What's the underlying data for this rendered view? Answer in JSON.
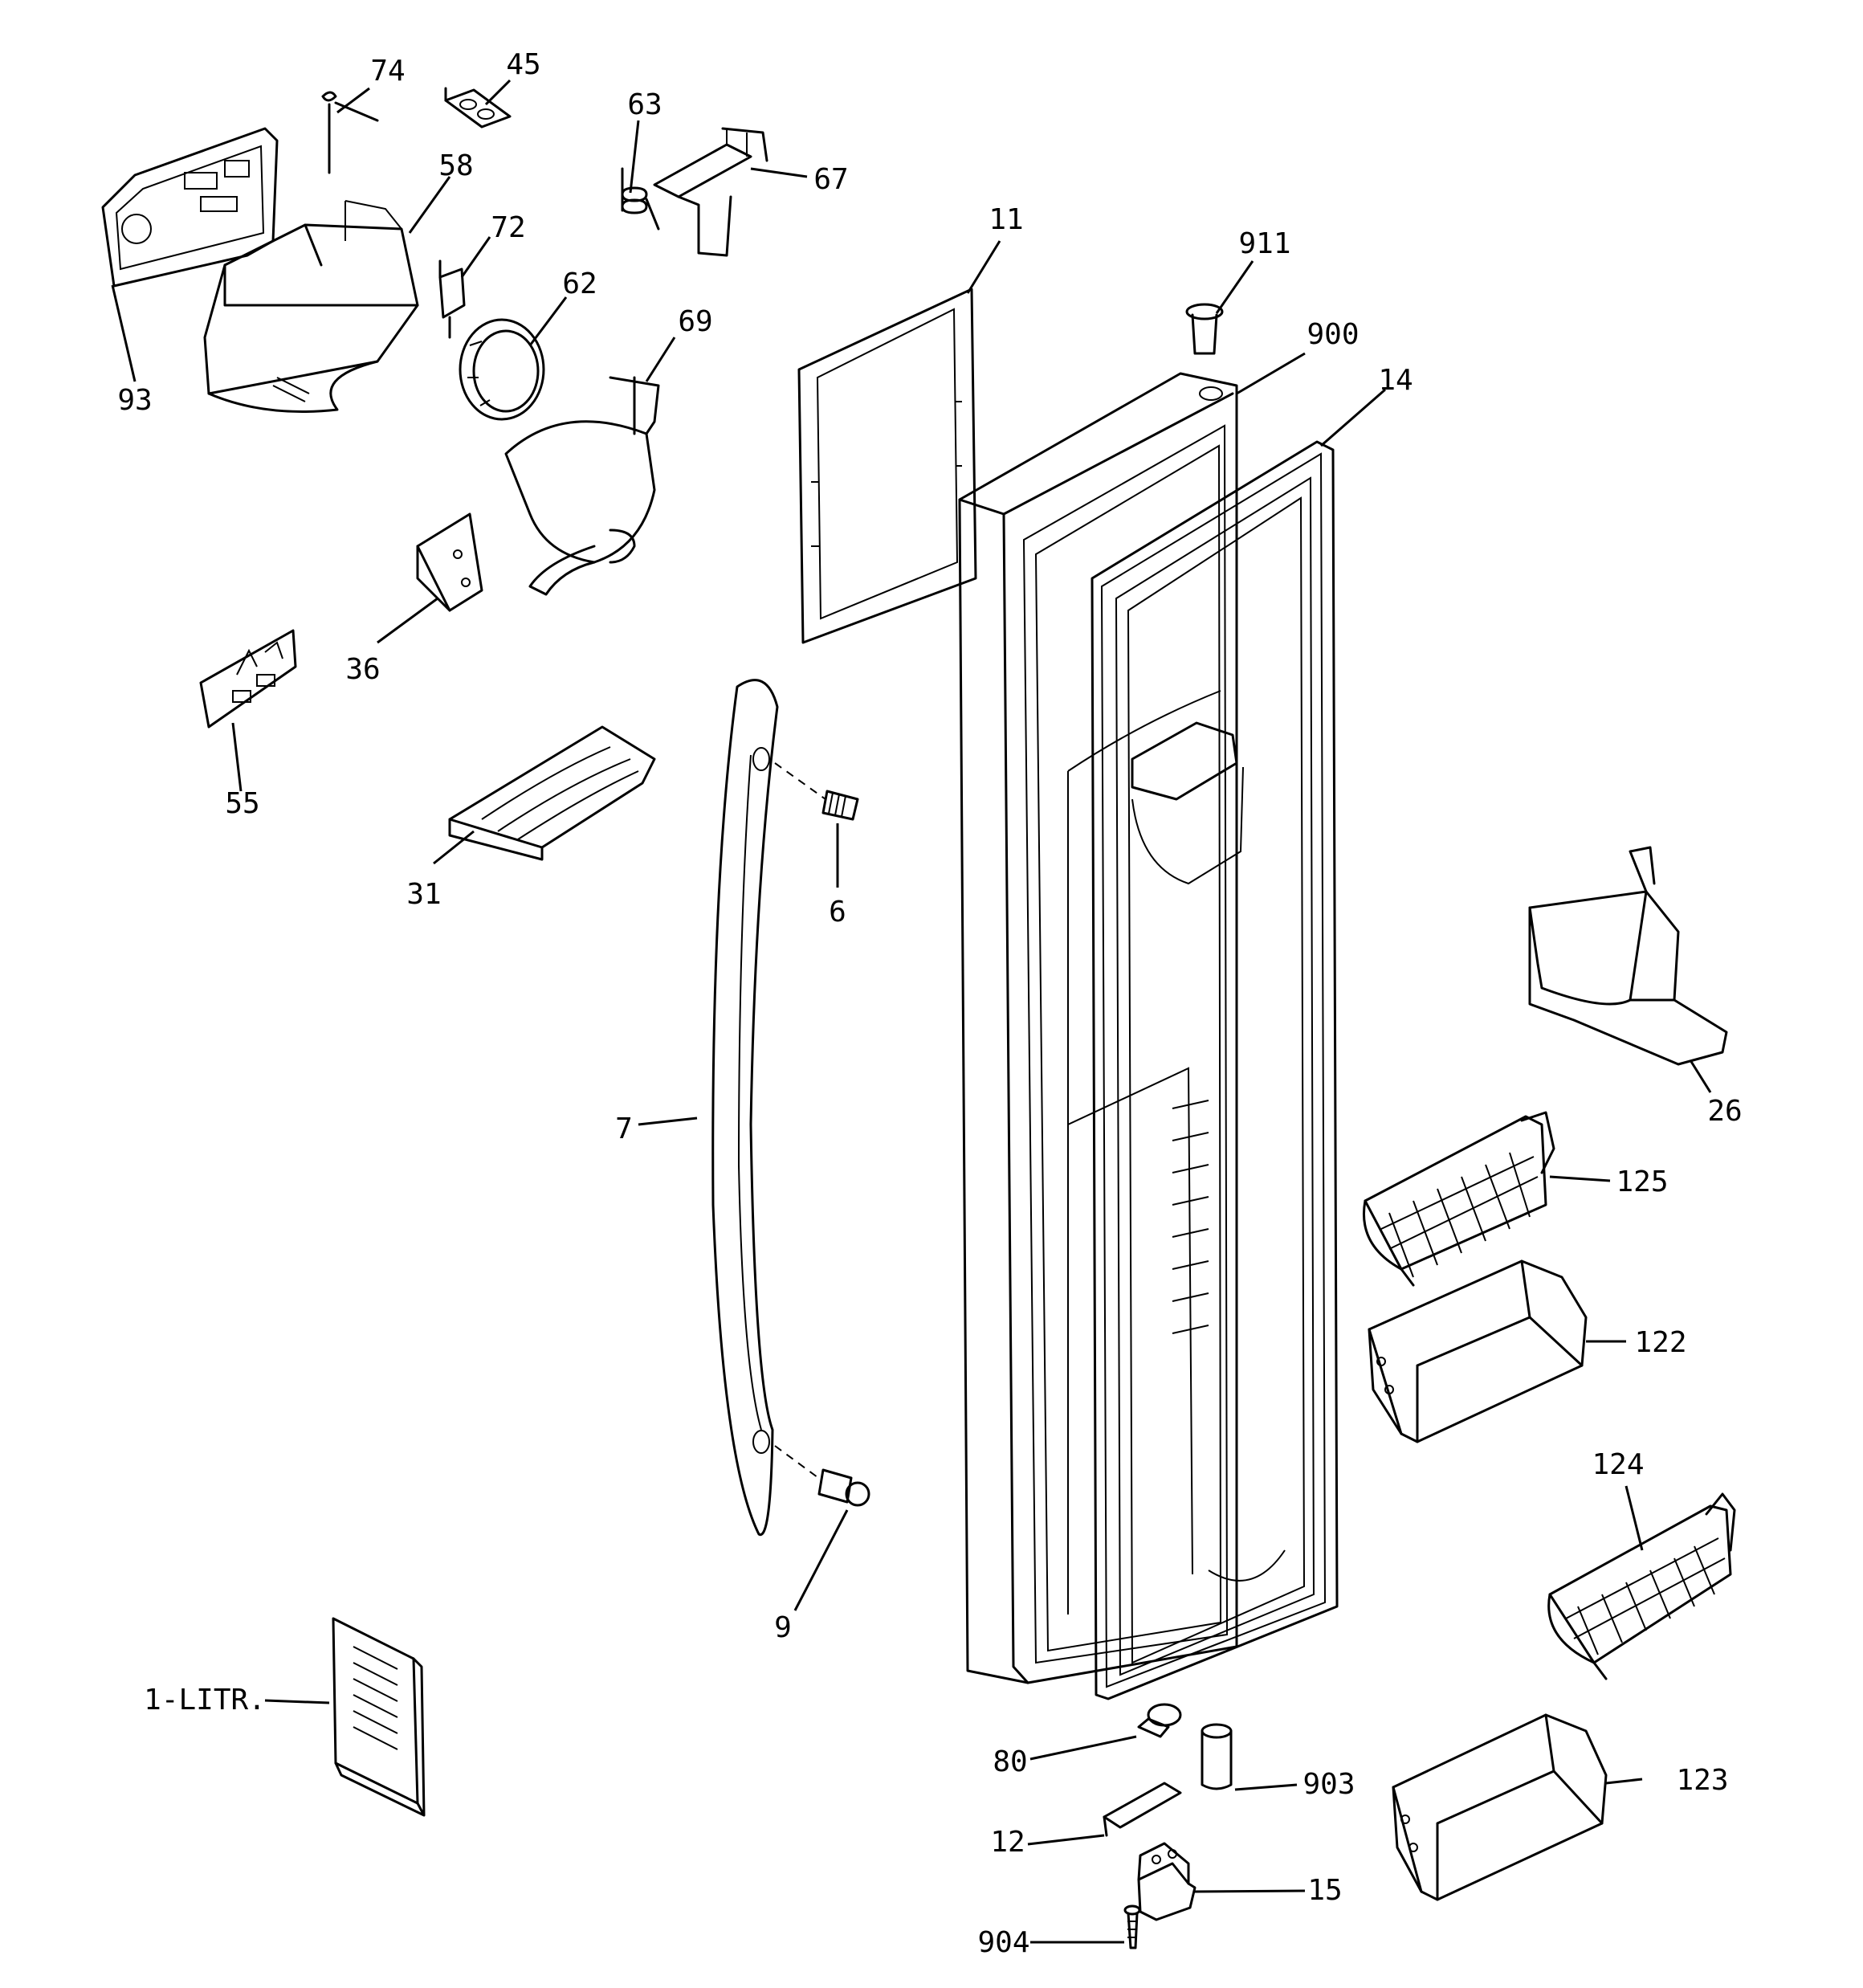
{
  "labels": [
    {
      "id": "74",
      "text": "74"
    },
    {
      "id": "45",
      "text": "45"
    },
    {
      "id": "63",
      "text": "63"
    },
    {
      "id": "67",
      "text": "67"
    },
    {
      "id": "58",
      "text": "58"
    },
    {
      "id": "72",
      "text": "72"
    },
    {
      "id": "93",
      "text": "93"
    },
    {
      "id": "62",
      "text": "62"
    },
    {
      "id": "69",
      "text": "69"
    },
    {
      "id": "11",
      "text": "11"
    },
    {
      "id": "911",
      "text": "911"
    },
    {
      "id": "900",
      "text": "900"
    },
    {
      "id": "14",
      "text": "14"
    },
    {
      "id": "36",
      "text": "36"
    },
    {
      "id": "55",
      "text": "55"
    },
    {
      "id": "31",
      "text": "31"
    },
    {
      "id": "6",
      "text": "6"
    },
    {
      "id": "26",
      "text": "26"
    },
    {
      "id": "7",
      "text": "7"
    },
    {
      "id": "125",
      "text": "125"
    },
    {
      "id": "122",
      "text": "122"
    },
    {
      "id": "124",
      "text": "124"
    },
    {
      "id": "9",
      "text": "9"
    },
    {
      "id": "1-litr",
      "text": "1-LITR."
    },
    {
      "id": "80",
      "text": "80"
    },
    {
      "id": "903",
      "text": "903"
    },
    {
      "id": "123",
      "text": "123"
    },
    {
      "id": "12",
      "text": "12"
    },
    {
      "id": "15",
      "text": "15"
    },
    {
      "id": "904",
      "text": "904"
    }
  ]
}
